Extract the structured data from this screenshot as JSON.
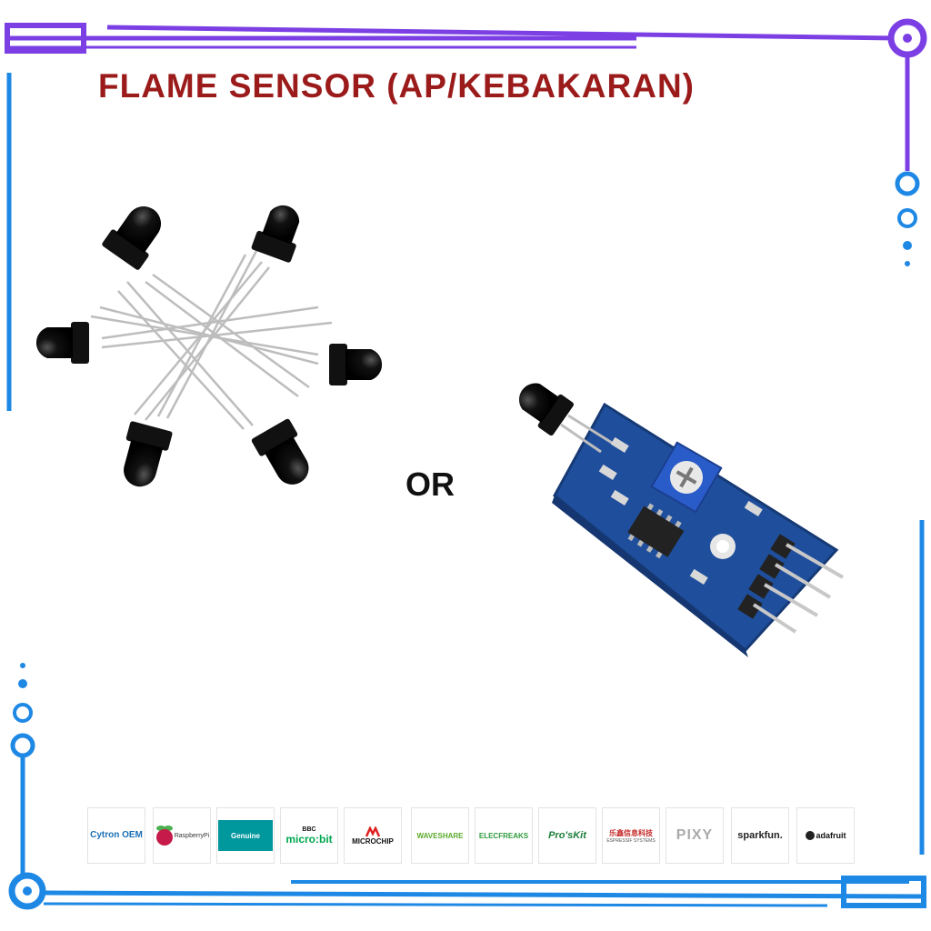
{
  "title": "FLAME SENSOR (AP/KEBAKARAN)",
  "or_label": "OR",
  "colors": {
    "title": "#9b1b1b",
    "frame_purple": "#7b3fe4",
    "frame_blue": "#1e88e5",
    "pcb_blue": "#1f4f9c"
  },
  "logos": [
    {
      "name": "cytron-oem",
      "text": "Cytron OEM"
    },
    {
      "name": "raspberrypi",
      "text": "RaspberryPi"
    },
    {
      "name": "arduino-genuine",
      "text": "Genuine"
    },
    {
      "name": "microbit",
      "text": "micro:bit",
      "sub": "BBC"
    },
    {
      "name": "microchip",
      "text": "MICROCHIP"
    },
    {
      "name": "waveshare",
      "text": "WAVESHARE"
    },
    {
      "name": "elecfreaks",
      "text": "ELECFREAKS"
    },
    {
      "name": "proskit",
      "text": "Pro'sKit"
    },
    {
      "name": "espressif",
      "text": "乐鑫信息科技",
      "sub": "ESPRESSIF SYSTEMS"
    },
    {
      "name": "pixy",
      "text": "PIXY"
    },
    {
      "name": "sparkfun",
      "text": "sparkfun."
    },
    {
      "name": "adafruit",
      "text": "adafruit"
    }
  ]
}
